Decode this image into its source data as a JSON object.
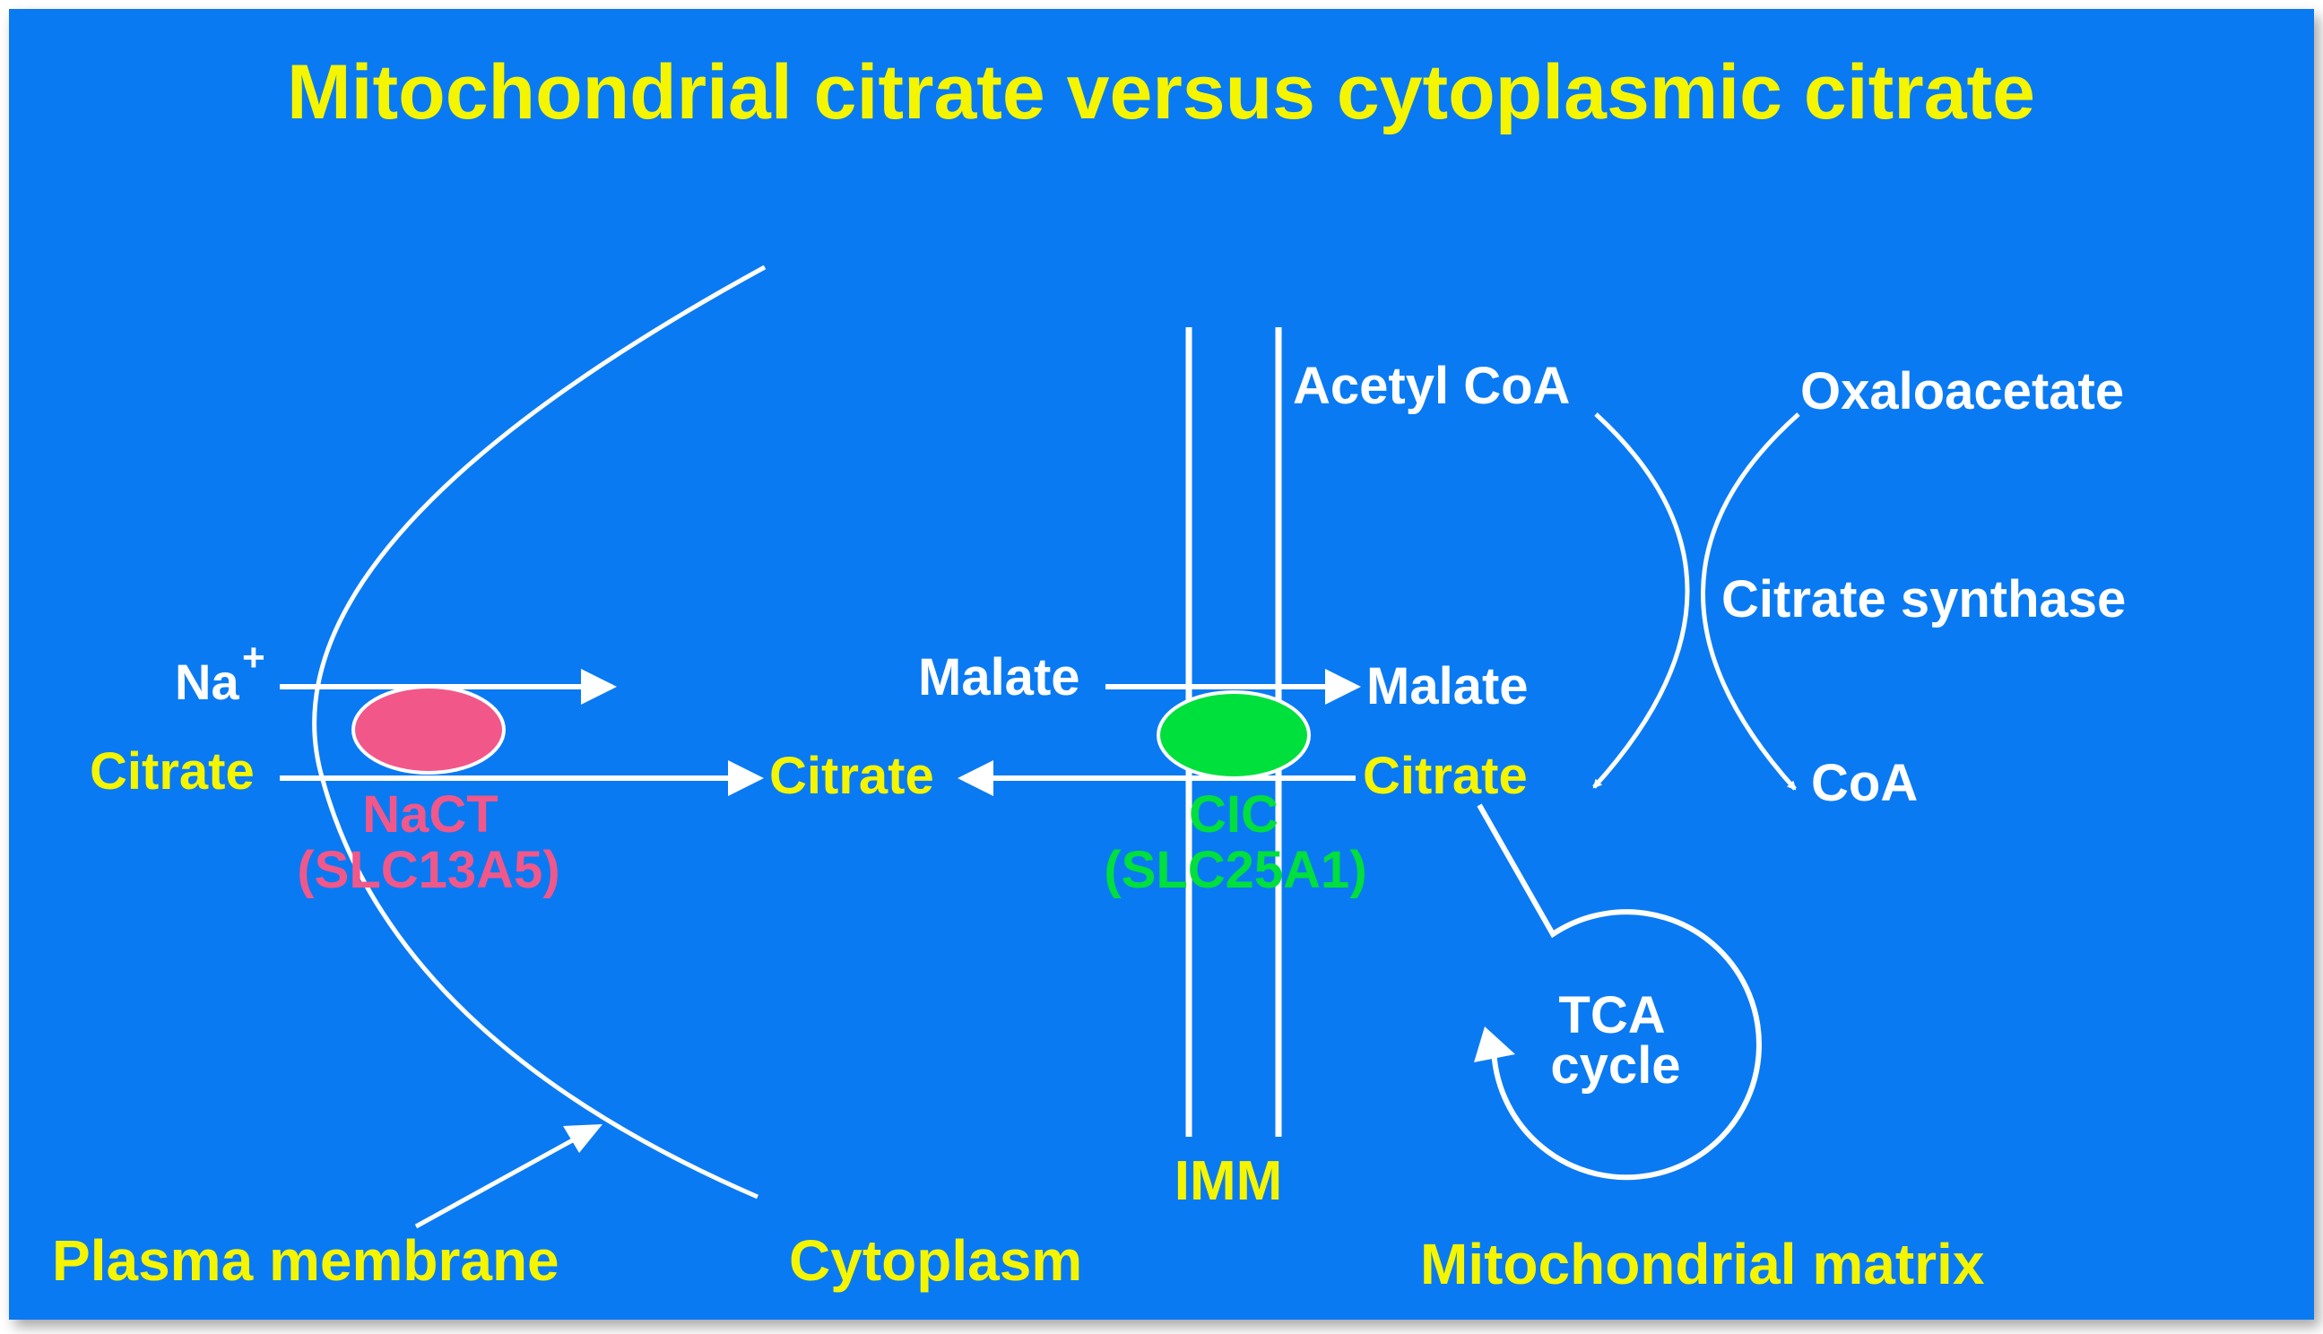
{
  "title": "Mitochondrial citrate versus cytoplasmic citrate",
  "colors": {
    "background": "#0A7AF2",
    "title": "#F5F500",
    "white": "#FFFFFF",
    "yellow": "#F5F500",
    "nact": "#F2578A",
    "cic": "#00E03C"
  },
  "plasma_side": {
    "na_label": "Na",
    "na_charge": "+",
    "citrate_in": "Citrate",
    "transporter_name": "NaCT",
    "transporter_gene": "(SLC13A5)"
  },
  "cytoplasm_citrate": "Citrate",
  "imm_side": {
    "malate_out": "Malate",
    "malate_in": "Malate",
    "citrate_matrix": "Citrate",
    "transporter_name": "CIC",
    "transporter_gene": "(SLC25A1)",
    "imm_label": "IMM"
  },
  "enzyme_reaction": {
    "acetyl_coa": "Acetyl CoA",
    "oxaloacetate": "Oxaloacetate",
    "enzyme": "Citrate synthase",
    "coa": "CoA"
  },
  "tca": {
    "line1": "TCA",
    "line2": "cycle"
  },
  "compartments": {
    "plasma_membrane": "Plasma membrane",
    "cytoplasm": "Cytoplasm",
    "matrix": "Mitochondrial matrix"
  }
}
